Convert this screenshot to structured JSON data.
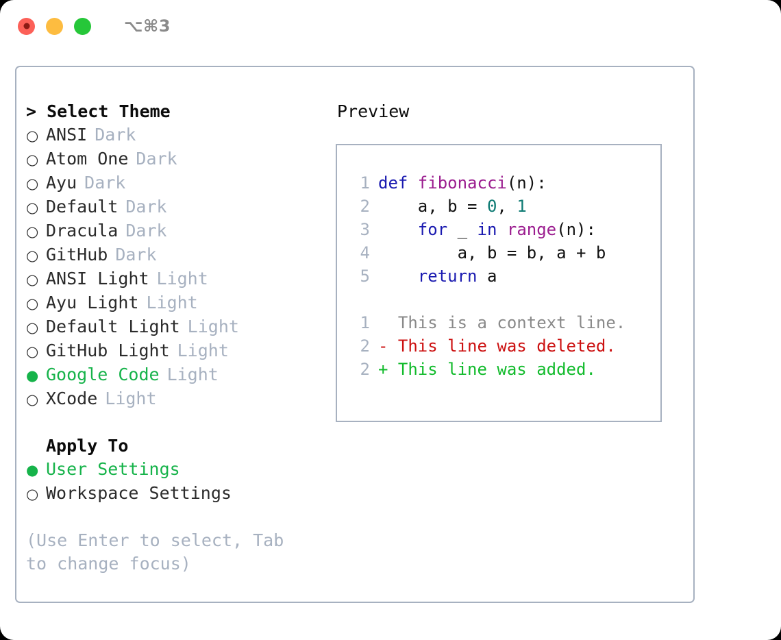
{
  "titlebar": {
    "shortcut": "⌥⌘3",
    "buttons": [
      {
        "name": "close",
        "color": "#fc6058"
      },
      {
        "name": "minimize",
        "color": "#fdbc40"
      },
      {
        "name": "maximize",
        "color": "#26c739"
      }
    ]
  },
  "theme_picker": {
    "header": "> Select Theme",
    "items": [
      {
        "bullet": "○",
        "label": "ANSI",
        "suffix": "Dark",
        "selected": false
      },
      {
        "bullet": "○",
        "label": "Atom One",
        "suffix": "Dark",
        "selected": false
      },
      {
        "bullet": "○",
        "label": "Ayu",
        "suffix": "Dark",
        "selected": false
      },
      {
        "bullet": "○",
        "label": "Default",
        "suffix": "Dark",
        "selected": false
      },
      {
        "bullet": "○",
        "label": "Dracula",
        "suffix": "Dark",
        "selected": false
      },
      {
        "bullet": "○",
        "label": "GitHub",
        "suffix": "Dark",
        "selected": false
      },
      {
        "bullet": "○",
        "label": "ANSI Light",
        "suffix": "Light",
        "selected": false
      },
      {
        "bullet": "○",
        "label": "Ayu Light",
        "suffix": "Light",
        "selected": false
      },
      {
        "bullet": "○",
        "label": "Default Light",
        "suffix": "Light",
        "selected": false
      },
      {
        "bullet": "○",
        "label": "GitHub Light",
        "suffix": "Light",
        "selected": false
      },
      {
        "bullet": "●",
        "label": "Google Code",
        "suffix": "Light",
        "selected": true
      },
      {
        "bullet": "○",
        "label": "XCode",
        "suffix": "Light",
        "selected": false
      }
    ]
  },
  "apply_to": {
    "header": "Apply To",
    "items": [
      {
        "bullet": "●",
        "label": "User Settings",
        "selected": true
      },
      {
        "bullet": "○",
        "label": "Workspace Settings",
        "selected": false
      }
    ]
  },
  "hint": "(Use Enter to select, Tab to change focus)",
  "preview": {
    "title": "Preview",
    "code_lines": [
      {
        "num": "1",
        "tokens": [
          {
            "t": "def ",
            "c": "kw"
          },
          {
            "t": "fibonacci",
            "c": "fn"
          },
          {
            "t": "(n):",
            "c": "plain"
          }
        ]
      },
      {
        "num": "2",
        "tokens": [
          {
            "t": "    a, b = ",
            "c": "plain"
          },
          {
            "t": "0",
            "c": "num"
          },
          {
            "t": ", ",
            "c": "plain"
          },
          {
            "t": "1",
            "c": "num"
          }
        ]
      },
      {
        "num": "3",
        "tokens": [
          {
            "t": "    ",
            "c": "plain"
          },
          {
            "t": "for",
            "c": "kw"
          },
          {
            "t": " _ ",
            "c": "plain"
          },
          {
            "t": "in",
            "c": "kw"
          },
          {
            "t": " ",
            "c": "plain"
          },
          {
            "t": "range",
            "c": "fn"
          },
          {
            "t": "(n):",
            "c": "plain"
          }
        ]
      },
      {
        "num": "4",
        "tokens": [
          {
            "t": "        a, b = b, a + b",
            "c": "plain"
          }
        ]
      },
      {
        "num": "5",
        "tokens": [
          {
            "t": "    ",
            "c": "plain"
          },
          {
            "t": "return",
            "c": "kw"
          },
          {
            "t": " a",
            "c": "plain"
          }
        ]
      }
    ],
    "diff_lines": [
      {
        "num": "1",
        "marker": " ",
        "text": " This is a context line.",
        "kind": "ctx"
      },
      {
        "num": "2",
        "marker": "-",
        "text": " This line was deleted.",
        "kind": "del"
      },
      {
        "num": "2",
        "marker": "+",
        "text": " This line was added.",
        "kind": "add"
      }
    ]
  },
  "colors": {
    "accent_green": "#16b34a",
    "muted": "#a7b1c0",
    "keyword": "#1a1ab0",
    "function": "#9b1d8f",
    "number": "#0f7b74",
    "diff_add": "#12bb2c",
    "diff_del": "#cc1111"
  }
}
